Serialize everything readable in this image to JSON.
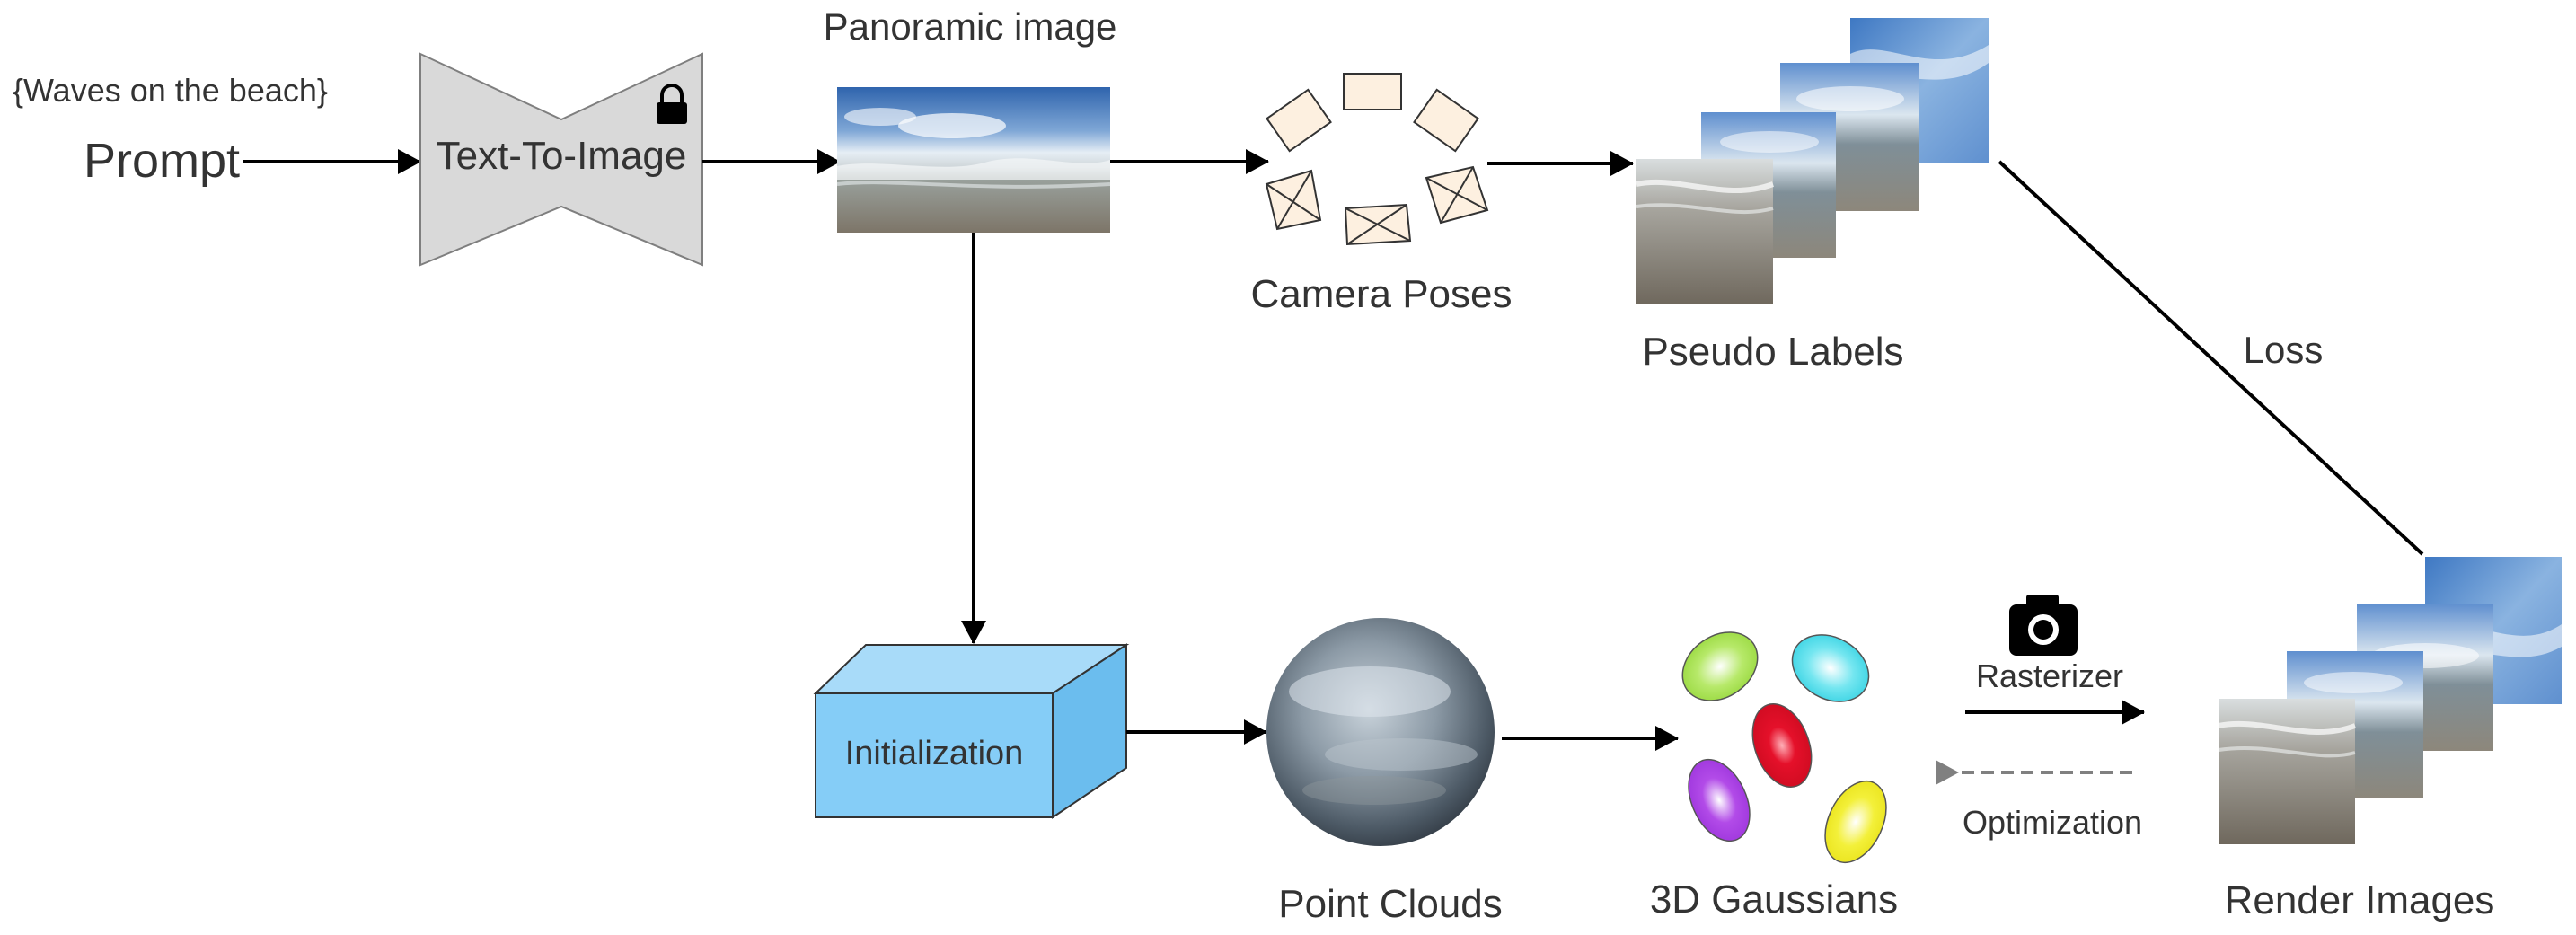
{
  "labels": {
    "prompt_text": "{Waves on the beach}",
    "prompt": "Prompt",
    "text_to_image": "Text-To-Image",
    "panoramic_image": "Panoramic image",
    "camera_poses": "Camera Poses",
    "pseudo_labels": "Pseudo Labels",
    "loss": "Loss",
    "initialization": "Initialization",
    "point_clouds": "Point Clouds",
    "gaussians": "3D Gaussians",
    "rasterizer": "Rasterizer",
    "optimization": "Optimization",
    "render_images": "Render Images"
  },
  "icons": {
    "lock": "lock-icon",
    "camera": "camera-icon"
  },
  "gaussians": [
    {
      "name": "green",
      "color": "#b7e96a"
    },
    {
      "name": "cyan",
      "color": "#74e6f0"
    },
    {
      "name": "red",
      "color": "#e5102a"
    },
    {
      "name": "purple",
      "color": "#b24be8"
    },
    {
      "name": "yellow",
      "color": "#f3f03a"
    }
  ],
  "colors": {
    "text_to_image_fill": "#d9d9d9",
    "init_box_fill": "#85cdf7",
    "pose_fill": "#fdf0e0",
    "sky": "#3c74b8",
    "sea": "#8a8377"
  }
}
